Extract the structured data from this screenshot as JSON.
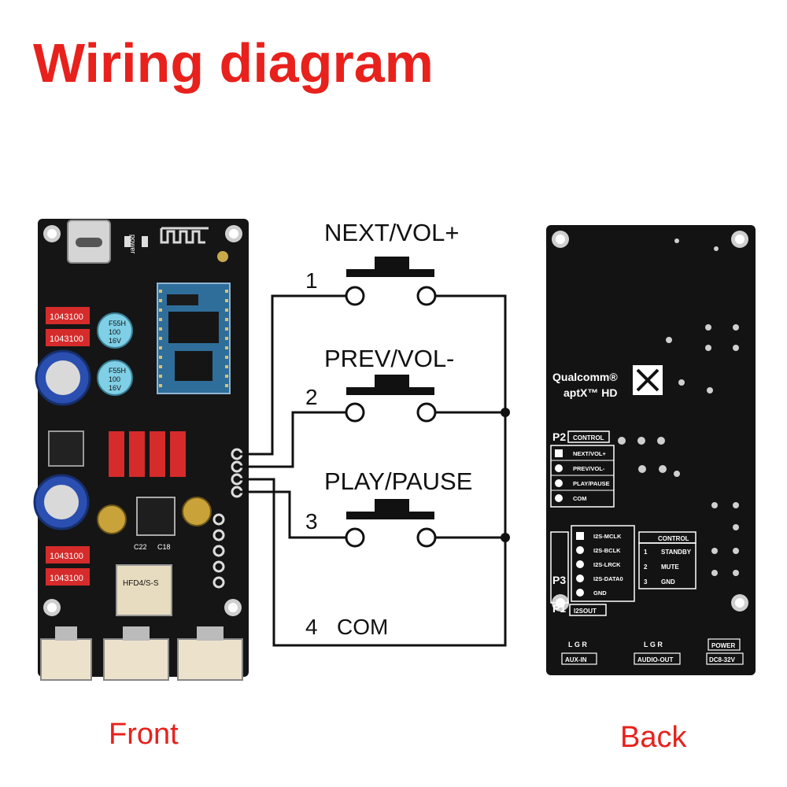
{
  "title": "Wiring diagram",
  "captions": {
    "front": "Front",
    "back": "Back"
  },
  "buttons": [
    {
      "label": "NEXT/VOL+",
      "number": "1"
    },
    {
      "label": "PREV/VOL-",
      "number": "2"
    },
    {
      "label": "PLAY/PAUSE",
      "number": "3"
    }
  ],
  "com": {
    "number": "4",
    "label": "COM"
  },
  "front_board": {
    "resistor_text": "1043100",
    "cap_text_1": "F55H",
    "cap_text_2": "100",
    "cap_text_3": "16V",
    "relay_text": "HFD4/S-S",
    "labels": {
      "power": "power",
      "c22": "C22",
      "c18": "C18"
    }
  },
  "back_board": {
    "brand": "Qualcomm®",
    "brand2": "aptX™ HD",
    "p2": {
      "id": "P2",
      "header": "CONTROL",
      "rows": [
        "NEXT/VOL+",
        "PREV/VOL-",
        "PLAY/PAUSE",
        "COM"
      ]
    },
    "p3": {
      "id": "P3",
      "rows": [
        "I2S-MCLK",
        "I2S-BCLK",
        "I2S-LRCK",
        "I2S-DATA0",
        "GND"
      ]
    },
    "p1": {
      "id": "P1",
      "label": "I2SOUT",
      "header": "CONTROL",
      "rows": [
        "STANDBY",
        "MUTE",
        "GND"
      ]
    },
    "connectors": [
      {
        "pins": "L G R",
        "label": "AUX-IN"
      },
      {
        "pins": "L G R",
        "label": "AUDIO-OUT"
      },
      {
        "pins": "POWER",
        "label": "DC8-32V"
      }
    ]
  },
  "colors": {
    "title": "#e8211c",
    "pcb": "#141414",
    "wire": "#111111"
  }
}
